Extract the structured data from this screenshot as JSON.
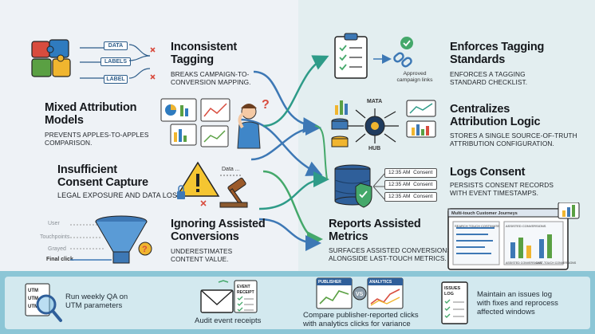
{
  "left": {
    "inconsistent_tagging": {
      "title_line1": "Inconsistent",
      "title_line2": "Tagging",
      "desc_line1": "BREAKS CAMPAIGN-TO-",
      "desc_line2": "CONVERSION MAPPING.",
      "tags": [
        "DATA",
        "LABELS",
        "LABEL"
      ]
    },
    "mixed_attribution": {
      "title_line1": "Mixed Attribution",
      "title_line2": "Models",
      "desc_line1": "PREVENTS APPLES-TO-APPLES",
      "desc_line2": "COMPARISON."
    },
    "insufficient_consent": {
      "title_line1": "Insufficient",
      "title_line2": "Consent Capture",
      "desc": "LEGAL EXPOSURE AND DATA LOSS.",
      "data_label": "Data ..."
    },
    "ignoring_assisted": {
      "title_line1": "Ignoring Assisted",
      "title_line2": "Conversions",
      "desc_line1": "UNDERESTIMATES",
      "desc_line2": "CONTENT VALUE.",
      "funnel_labels": [
        "User",
        "Touchpoints",
        "Grayed",
        "Final click"
      ]
    }
  },
  "right": {
    "enforces_tagging": {
      "title_line1": "Enforces Tagging",
      "title_line2": "Standards",
      "desc_line1": "ENFORCES A TAGGING",
      "desc_line2": "STANDARD CHECKLIST.",
      "caption_line1": "Approved",
      "caption_line2": "campaign links"
    },
    "centralizes": {
      "title_line1": "Centralizes",
      "title_line2": "Attribution Logic",
      "desc_line1": "STORES A SINGLE SOURCE-OF-TRUTH",
      "desc_line2": "ATTRIBUTION CONFIGURATION.",
      "hub_top": "MATA",
      "hub_bottom": "HUB"
    },
    "logs_consent": {
      "title": "Logs Consent",
      "desc_line1": "PERSISTS CONSENT RECORDS",
      "desc_line2": "WITH EVENT TIMESTAMPS.",
      "rows": [
        {
          "time": "12:35 AM",
          "label": "Consent"
        },
        {
          "time": "12:35 AM",
          "label": "Consent"
        },
        {
          "time": "12:35 AM",
          "label": "Consent"
        }
      ]
    },
    "reports_assisted": {
      "title_line1": "Reports Assisted",
      "title_line2": "Metrics",
      "desc_line1": "SURFACES ASSISTED CONVERSIONS",
      "desc_line2": "ALONGSIDE LAST-TOUCH METRICS.",
      "dashboard_title": "Multi-touch Customer Journeys",
      "dashboard_left": "SEARCH TOUCH COSTIMATE",
      "dashboard_right": "ASSISTED CONVERSIONS",
      "dashboard_foot_left": "ASSISTED CONVERSIONS",
      "dashboard_foot_right": "LAST-TOUCH CONVERSIONS"
    }
  },
  "bottom": {
    "items": [
      {
        "line1": "Run weekly QA on",
        "line2": "UTM parameters",
        "icon_text": "UTM"
      },
      {
        "line1": "Audit event receipts",
        "line2": "",
        "icon_text": "EVENT RECEIPT"
      },
      {
        "line1": "Compare publisher-reported clicks",
        "line2": "with analytics clicks for variance",
        "pub": "PUBLISHER",
        "ana": "ANALYTICS",
        "vs": "VS"
      },
      {
        "line1": "Maintain an issues log",
        "line2": "with fixes and reprocess",
        "line3": "affected windows",
        "icon_text": "ISSUES LOG"
      }
    ]
  },
  "colors": {
    "blue_arrow": "#3d78b5",
    "teal_arrow": "#2e9b88",
    "green_arrow": "#44a86a",
    "bottom_bar": "#8cc6d6"
  }
}
